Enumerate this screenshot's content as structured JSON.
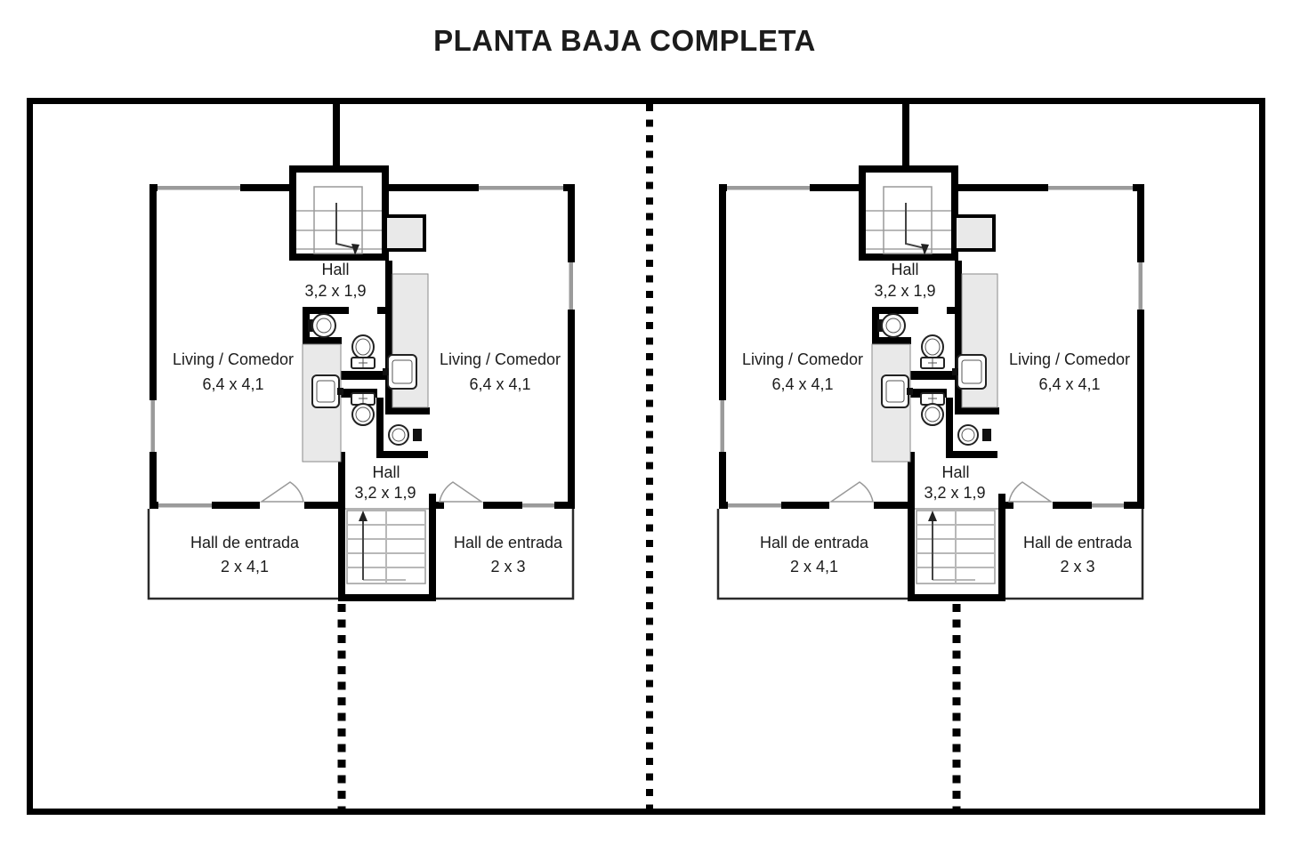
{
  "title": "PLANTA BAJA COMPLETA",
  "floor_plan": {
    "type": "architectural-floor-plan",
    "units_count": 2,
    "unit_labels": {
      "hall_top": {
        "name": "Hall",
        "dims": "3,2 x 1,9"
      },
      "living_left": {
        "name": "Living / Comedor",
        "dims": "6,4 x 4,1"
      },
      "living_right": {
        "name": "Living / Comedor",
        "dims": "6,4 x 4,1"
      },
      "hall_bottom": {
        "name": "Hall",
        "dims": "3,2 x 1,9"
      },
      "entrance_hall_left": {
        "name": "Hall de entrada",
        "dims": "2 x 4,1"
      },
      "entrance_hall_right": {
        "name": "Hall de entrada",
        "dims": "2 x 3"
      }
    },
    "colors": {
      "wall": "#000000",
      "window": "#9b9b9b",
      "fixture_fill": "#e9e9e9",
      "background": "#ffffff",
      "text": "#1c1c1c"
    }
  }
}
